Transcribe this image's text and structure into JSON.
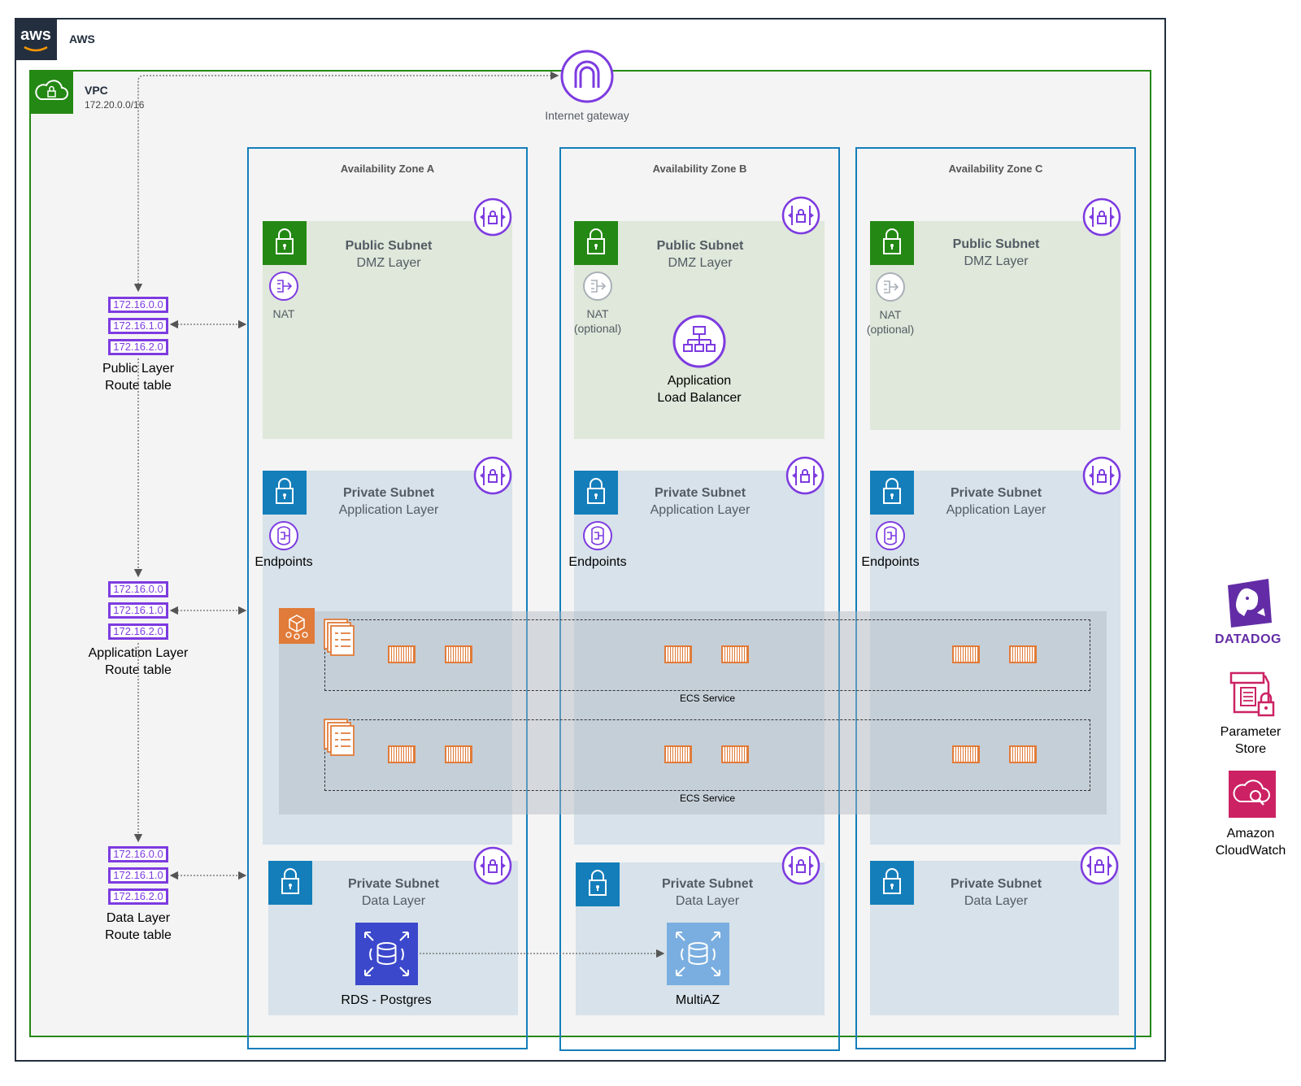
{
  "aws": {
    "logo_text": "aws",
    "label": "AWS"
  },
  "vpc": {
    "title": "VPC",
    "cidr": "172.20.0.0/16"
  },
  "igw": {
    "label": "Internet gateway"
  },
  "route_tables": [
    {
      "rows": [
        "172.16.0.0",
        "172.16.1.0",
        "172.16.2.0"
      ],
      "label_line1": "Public Layer",
      "label_line2": "Route table"
    },
    {
      "rows": [
        "172.16.0.0",
        "172.16.1.0",
        "172.16.2.0"
      ],
      "label_line1": "Application Layer",
      "label_line2": "Route table"
    },
    {
      "rows": [
        "172.16.0.0",
        "172.16.1.0",
        "172.16.2.0"
      ],
      "label_line1": "Data Layer",
      "label_line2": "Route table"
    }
  ],
  "zones": [
    {
      "title": "Availability Zone A",
      "public": {
        "title": "Public Subnet",
        "layer": "DMZ Layer",
        "nat_line1": "NAT",
        "nat_line2": ""
      },
      "app": {
        "title": "Private Subnet",
        "layer": "Application Layer",
        "endpoints": "Endpoints"
      },
      "data": {
        "title": "Private Subnet",
        "layer": "Data Layer",
        "db_label": "RDS - Postgres"
      }
    },
    {
      "title": "Availability Zone B",
      "public": {
        "title": "Public Subnet",
        "layer": "DMZ Layer",
        "nat_line1": "NAT",
        "nat_line2": "(optional)",
        "alb_line1": "Application",
        "alb_line2": "Load Balancer"
      },
      "app": {
        "title": "Private Subnet",
        "layer": "Application Layer",
        "endpoints": "Endpoints"
      },
      "data": {
        "title": "Private Subnet",
        "layer": "Data Layer",
        "db_label": "MultiAZ"
      }
    },
    {
      "title": "Availability Zone C",
      "public": {
        "title": "Public Subnet",
        "layer": "DMZ Layer",
        "nat_line1": "NAT",
        "nat_line2": "(optional)"
      },
      "app": {
        "title": "Private Subnet",
        "layer": "Application Layer",
        "endpoints": "Endpoints"
      },
      "data": {
        "title": "Private Subnet",
        "layer": "Data Layer"
      }
    }
  ],
  "ecs_services": [
    {
      "label": "ECS Service"
    },
    {
      "label": "ECS Service"
    }
  ],
  "external": {
    "datadog": "DATADOG",
    "param_line1": "Parameter",
    "param_line2": "Store",
    "cw_line1": "Amazon",
    "cw_line2": "CloudWatch"
  },
  "colors": {
    "aws_dark": "#232f3e",
    "vpc_green": "#248814",
    "az_blue": "#147eba",
    "purple": "#7d3be0",
    "orange": "#e07b39",
    "datadog": "#632ca6",
    "mgmt_pink": "#cc2264"
  }
}
